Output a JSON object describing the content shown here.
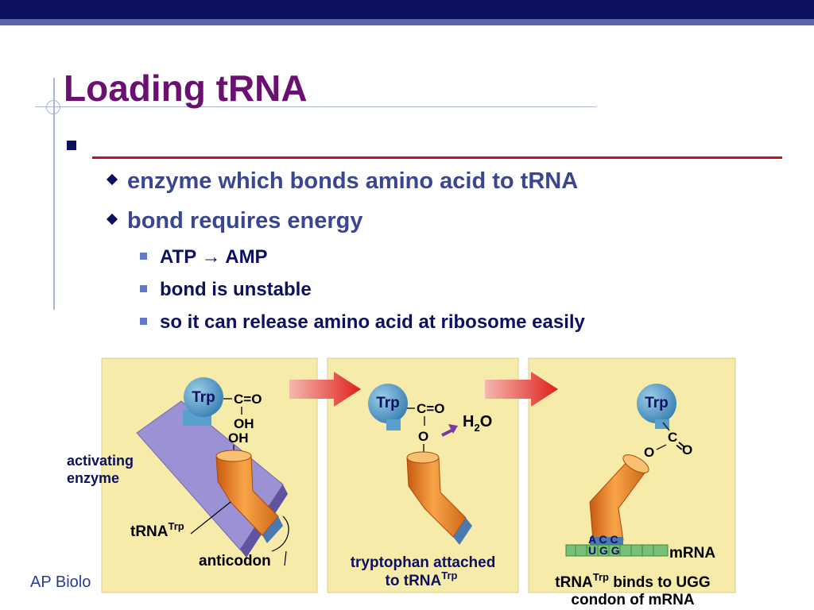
{
  "title": "Loading tRNA",
  "bullet_level1": "",
  "bullets_level2": [
    "enzyme which bonds amino acid to tRNA",
    "bond requires energy"
  ],
  "bullets_level3": [
    "ATP → AMP",
    "bond is unstable",
    "so it can release amino acid at ribosome easily"
  ],
  "footer": "AP Biolo",
  "diagram": {
    "panel1": {
      "trp": "Trp",
      "co": "C=O",
      "oh1": "OH",
      "oh2": "OH",
      "activating": "activating",
      "enzyme": "enzyme",
      "trna": "tRNA",
      "trna_sup": "Trp",
      "anticodon": "anticodon"
    },
    "panel2": {
      "trp": "Trp",
      "co": "C=O",
      "o": "O",
      "h": "H",
      "sub2": "2",
      "hO": "O",
      "caption1": "tryptophan attached",
      "caption2": "to tRNA",
      "caption_sup": "Trp"
    },
    "panel3": {
      "trp": "Trp",
      "c": "C",
      "eq": "=",
      "o2": "O",
      "o": "O",
      "acc": "A C C",
      "ugg": "U G G",
      "mrna": "mRNA",
      "caption1": "tRNA",
      "caption_sup": "Trp",
      "caption1b": " binds to UGG",
      "caption2": "condon of mRNA"
    }
  },
  "colors": {
    "title": "#6a1070",
    "topbar": "#0c1060",
    "level2": "#3a4690",
    "level3": "#0c1060",
    "red_line": "#c8101c",
    "panel": "#f6eba8",
    "enzyme": "#9a92d4",
    "trna": "#f08a2c",
    "trp_ball": "#5aa0cc",
    "mrna": "#78c078"
  }
}
